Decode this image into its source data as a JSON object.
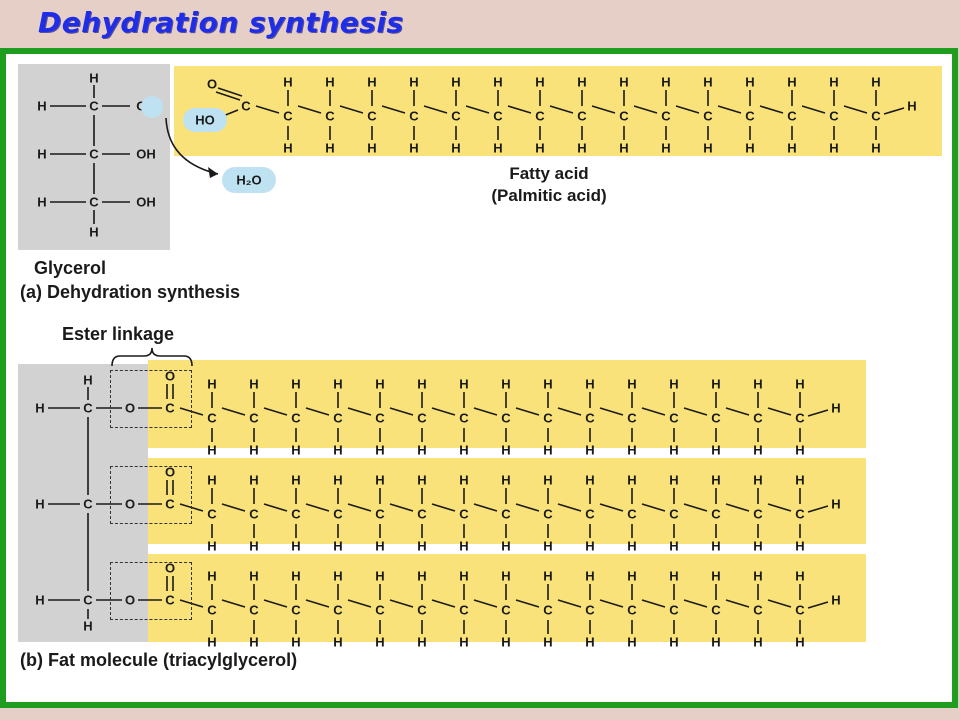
{
  "slide": {
    "title": "Dehydration synthesis"
  },
  "panel_a": {
    "glycerol_label": "Glycerol",
    "caption": "(a) Dehydration synthesis",
    "fatty_acid_name": "Fatty acid",
    "fatty_acid_detail": "(Palmitic acid)",
    "water": "H₂O",
    "ho_group": "HO",
    "carbonyl_o": "O"
  },
  "panel_b": {
    "ester_label": "Ester linkage",
    "caption": "(b) Fat molecule (triacylglycerol)"
  },
  "atoms": {
    "carbon": "C",
    "hydrogen": "H",
    "oxygen": "O",
    "hydroxyl": "OH",
    "bond_o": "O"
  },
  "colors": {
    "title": "#1f2ee6",
    "frame": "#1f9d1f",
    "glycerol_bg": "#d2d2d2",
    "fatty_acid_bg": "#fae27a",
    "water_bubble": "#bfe2f2",
    "background": "#e5cfc7"
  }
}
